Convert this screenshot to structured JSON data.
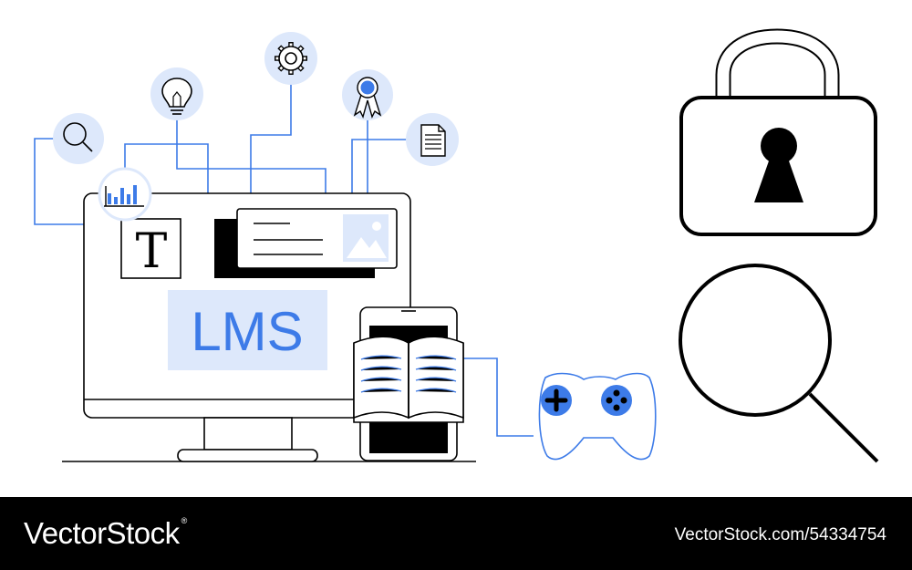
{
  "illustration": {
    "monitor_label": "LMS",
    "text_tool_glyph": "T",
    "colors": {
      "accent": "#3d7be8",
      "accent_light": "#dde8fb",
      "stroke": "#000000"
    },
    "icons": [
      "search-icon",
      "bar-chart-icon",
      "lightbulb-icon",
      "gear-icon",
      "award-ribbon-icon",
      "document-icon",
      "image-icon",
      "open-book-icon",
      "gamepad-icon",
      "padlock-icon",
      "magnifier-icon"
    ]
  },
  "footer": {
    "brand": "VectorStock",
    "registered_mark": "®",
    "url": "VectorStock.com/54334754"
  }
}
